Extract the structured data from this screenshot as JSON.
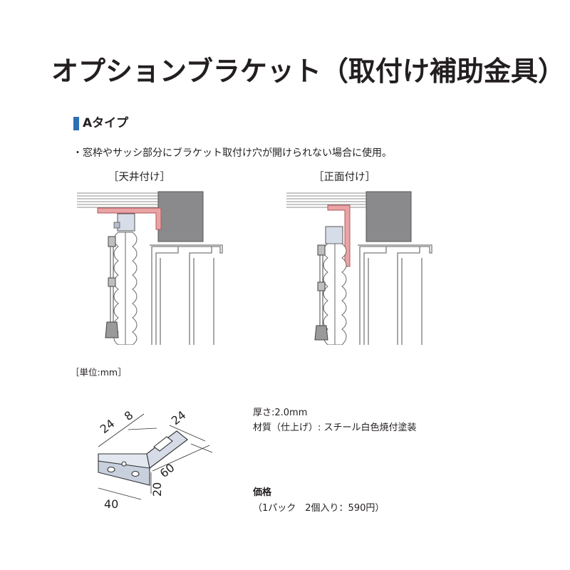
{
  "title": "オプションブラケット（取付け補助金具）",
  "section": {
    "heading": "Aタイプ",
    "marker_color": "#2d6fb5"
  },
  "description": "・窓枠やサッシ部分にブラケット取付け穴が開けられない場合に使用。",
  "diagrams": {
    "ceiling_label": "［天井付け］",
    "front_label": "［正面付け］",
    "bracket_color": "#e9a3a5",
    "wall_color": "#8a8a8c"
  },
  "unit_note": "［単位:mm］",
  "dimensions": {
    "d24_left": "24",
    "d8": "8",
    "d24_right": "24",
    "d60": "60",
    "d20": "20",
    "d40": "40"
  },
  "specs": {
    "thickness": "厚さ:2.0mm",
    "material": "材質（仕上げ）: スチール白色焼付塗装"
  },
  "price": {
    "heading": "価格",
    "detail": "（1パック　2個入り：590円）"
  }
}
